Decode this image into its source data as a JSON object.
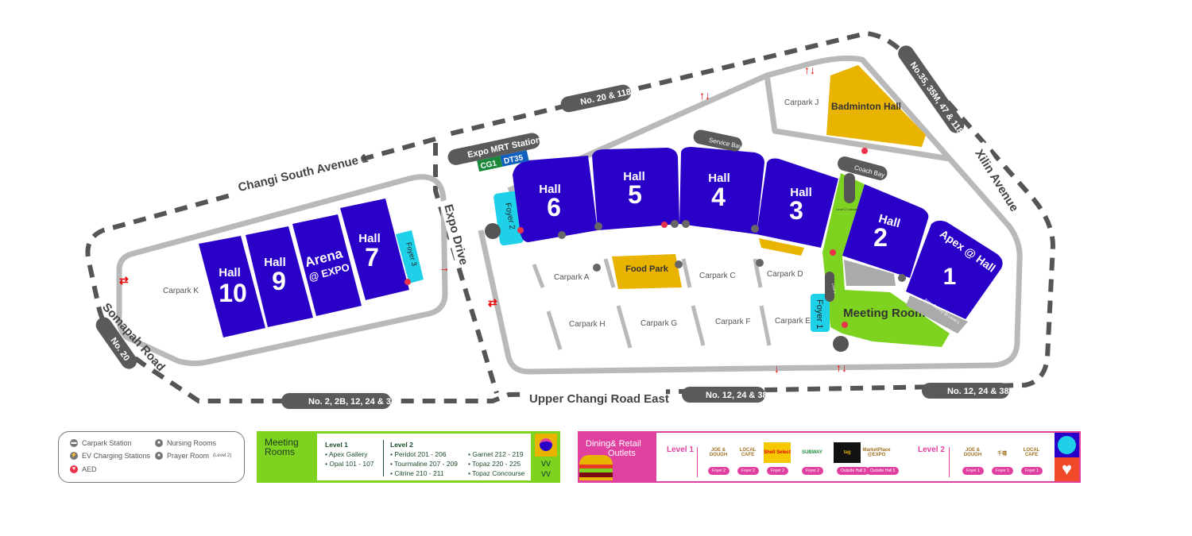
{
  "map": {
    "roads": {
      "changi_south_ave_1": "Changi South Avenue 1",
      "expo_drive": "Expo Drive",
      "somapah_road": "Somapah Road",
      "upper_changi_road_east": "Upper Changi Road East",
      "xilin_avenue": "Xilin Avenue"
    },
    "bus_stops": [
      "No. 20 & 118",
      "No.35, 35M, 47 & 118",
      "No. 20",
      "No. 2, 2B, 12, 24 & 38",
      "No. 12, 24 & 38",
      "No. 12, 24 & 38"
    ],
    "mrt": {
      "name": "Expo MRT Station",
      "codes": [
        {
          "code": "CG1",
          "color": "#1a8a3a"
        },
        {
          "code": "DT35",
          "color": "#1060c0"
        }
      ]
    },
    "halls": {
      "h10": {
        "label": "Hall",
        "num": "10"
      },
      "h9": {
        "label": "Hall",
        "num": "9"
      },
      "arena": {
        "label": "Arena",
        "num": "@ EXPO"
      },
      "h7": {
        "label": "Hall",
        "num": "7"
      },
      "h6": {
        "label": "Hall",
        "num": "6"
      },
      "h5": {
        "label": "Hall",
        "num": "5"
      },
      "h4": {
        "label": "Hall",
        "num": "4"
      },
      "h3": {
        "label": "Hall",
        "num": "3"
      },
      "h2": {
        "label": "Hall",
        "num": "2"
      },
      "apex": {
        "label": "Apex @ Hall",
        "num": "1"
      }
    },
    "foyers": [
      "Foyer 1",
      "Foyer 2",
      "Foyer 3"
    ],
    "badminton": "Badminton Hall",
    "food_park": "Food Park",
    "meeting_rooms": "Meeting Rooms",
    "service_bay": "Service Bay",
    "coach_bay": "Coach Bay",
    "level2_linkway": "Level 2 Linkway",
    "level2": "Level 2",
    "apex_gallery": "Apex Gallery @ Level 1",
    "carparks": [
      "Carpark A",
      "Carpark C",
      "Carpark D",
      "Carpark E",
      "Carpark F",
      "Carpark G",
      "Carpark H",
      "Carpark J",
      "Carpark K"
    ],
    "colors": {
      "hall": "#2a00c8",
      "foyer": "#1ed0e8",
      "green": "#7ed321",
      "yellow": "#e8b400"
    }
  },
  "legend": {
    "items": [
      "Carpark Station",
      "Nursing Rooms",
      "EV Charging Stations",
      "Prayer Room",
      "AED"
    ],
    "prayer_note": "(Level 2)"
  },
  "meeting": {
    "title1": "Meeting",
    "title2": "Rooms",
    "level1": {
      "title": "Level 1",
      "rooms": [
        "• Apex Gallery",
        "• Opal 101 - 107"
      ]
    },
    "level2": {
      "title": "Level 2",
      "col1": [
        "• Peridot 201 - 206",
        "• Tourmaline 207 - 209",
        "• Citrine 210 - 211"
      ],
      "col2": [
        "• Garnet 212 - 219",
        "• Topaz 220 - 225",
        "• Topaz Concourse"
      ]
    }
  },
  "dining": {
    "title1": "Dining& Retail",
    "title2": "Outlets",
    "level1": {
      "title": "Level 1",
      "outlets": [
        {
          "name": "JOE & DOUGH",
          "loc": "Foyer 2"
        },
        {
          "name": "LOCAL CAFE",
          "loc": "Foyer 2"
        },
        {
          "name": "Shell Select",
          "loc": "Foyer 2"
        },
        {
          "name": "SUBWAY",
          "loc": "Foyer 2"
        },
        {
          "name": "tag",
          "loc": "Outside Hall 3"
        },
        {
          "name": "MarketPlace @EXPO",
          "loc": "Outside Hall 5"
        }
      ]
    },
    "level2": {
      "title": "Level 2",
      "outlets": [
        {
          "name": "JOE & DOUGH",
          "loc": "Foyer 1"
        },
        {
          "name": "千禧",
          "loc": "Foyer 1"
        },
        {
          "name": "LOCAL CAFE",
          "loc": "Foyer 1"
        }
      ]
    }
  }
}
